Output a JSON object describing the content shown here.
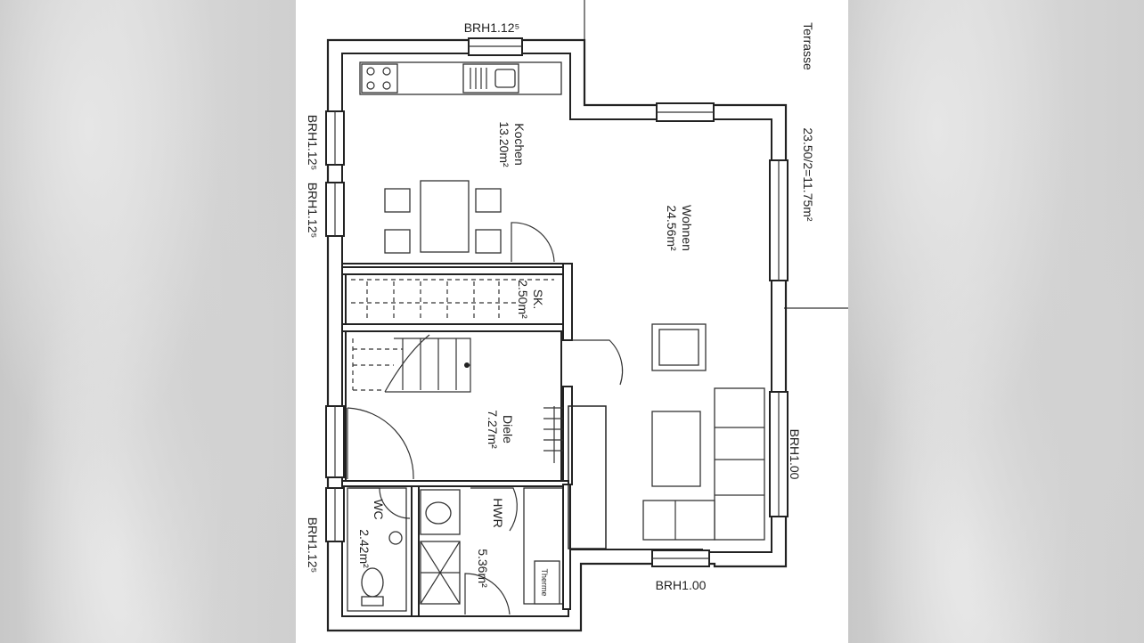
{
  "plan": {
    "rooms": [
      {
        "name": "Kochen",
        "area": "13.20m²"
      },
      {
        "name": "Wohnen",
        "area": "24.56m²"
      },
      {
        "name": "SK.",
        "area": "2.50m²"
      },
      {
        "name": "Diele",
        "area": "7.27m²"
      },
      {
        "name": "WC",
        "area": "2.42m²"
      },
      {
        "name": "HWR",
        "area": "5.36m²"
      }
    ],
    "terrace": {
      "label": "Terrasse",
      "area": "23.50/2=11.75m²"
    },
    "sill_labels": {
      "top": "BRH1.12⁵",
      "left_upper_1": "BRH1.12⁵",
      "left_upper_2": "BRH1.12⁵",
      "left_lower": "BRH1.12⁵",
      "right": "BRH1.00",
      "bottom": "BRH1.00"
    },
    "appliance": "Therme"
  }
}
